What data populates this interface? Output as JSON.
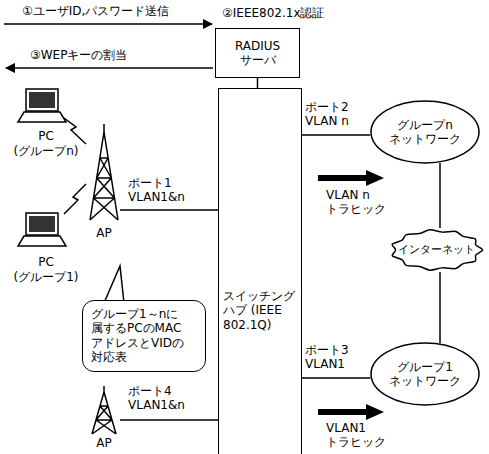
{
  "diagram": {
    "nodes": [
      {
        "text": [
          "RADIUS サーバ"
        ]
      },
      {
        "text": [
          "PC (グループn)"
        ]
      },
      {
        "text": [
          "AP"
        ]
      },
      {
        "text": [
          "スイッチング ハブ (IEEE 802.1Q)"
        ]
      },
      {
        "text": [
          "グループn ネットワーク"
        ]
      },
      {
        "text": [
          "PC (グループ1)"
        ]
      },
      {
        "text": [
          "グループ1～nに 属するPCのMAC アドレスとVIDの 対応表"
        ]
      },
      {
        "text": [
          "インターネット"
        ]
      },
      {
        "text": [
          "グループ1 ネットワーク"
        ]
      },
      {
        "text": [
          "AP"
        ]
      }
    ],
    "edges": [
      {
        "from": 0,
        "to": 3,
        "arrow": "none"
      },
      {
        "from": 2,
        "to": 3,
        "label": "ポート1 VLAN1&n",
        "arrow": "none"
      },
      {
        "from": 3,
        "to": 4,
        "label": "ポート2 VLAN n",
        "arrow": "none"
      },
      {
        "from": 4,
        "to": 7,
        "arrow": "none"
      },
      {
        "from": 3,
        "to": 8,
        "label": "ポート3 VLAN1",
        "arrow": "none"
      },
      {
        "from": 8,
        "to": 7,
        "arrow": "none"
      },
      {
        "from": 9,
        "to": 3,
        "label": "ポート4 VLAN1&n",
        "arrow": "none"
      }
    ],
    "labels": [
      "①ユーザID,パスワード送信",
      "②IEEE802.1x認証",
      "③WEPキーの割当",
      "VLAN n トラヒック",
      "VLAN1 トラヒック"
    ]
  }
}
